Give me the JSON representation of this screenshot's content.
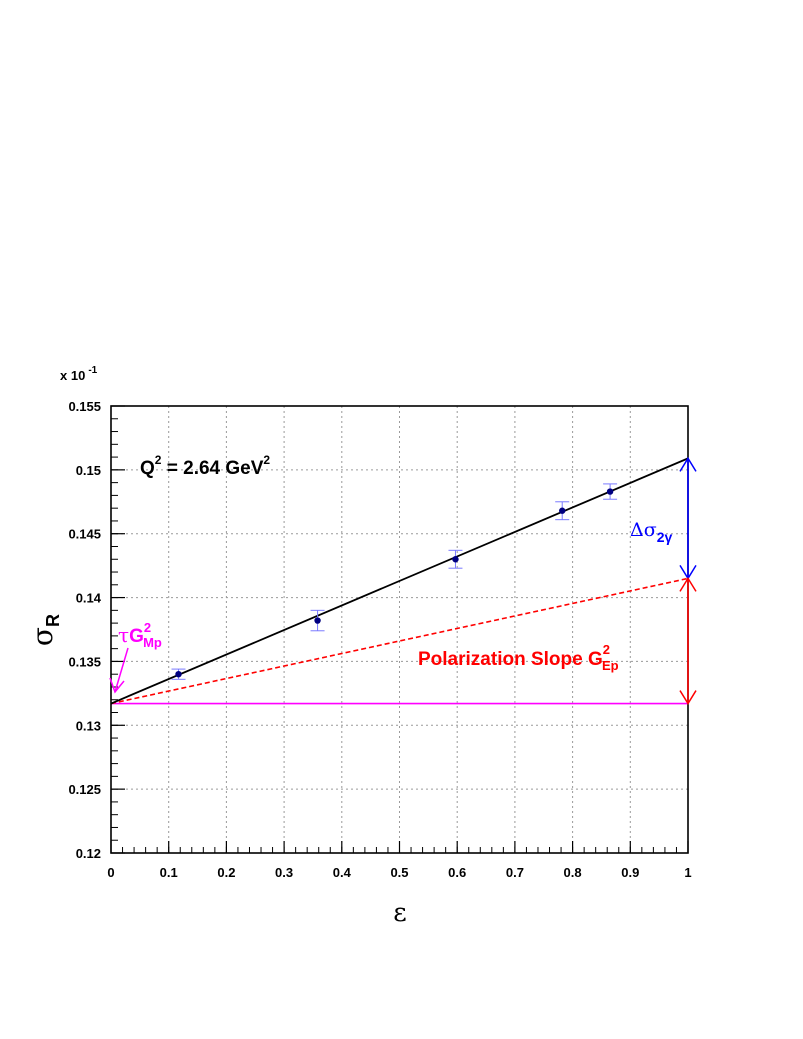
{
  "chart_data": {
    "type": "scatter",
    "xlim": [
      0,
      1
    ],
    "ylim": [
      0.12,
      0.155
    ],
    "y_multiplier": "x 10",
    "y_multiplier_exp": "-1",
    "xlabel": "ε",
    "ylabel": "σ",
    "ylabel_sub": "R",
    "grid": true,
    "x_ticks": [
      0,
      0.1,
      0.2,
      0.3,
      0.4,
      0.5,
      0.6,
      0.7,
      0.8,
      0.9,
      1
    ],
    "x_tick_labels": [
      "0",
      "0.1",
      "0.2",
      "0.3",
      "0.4",
      "0.5",
      "0.6",
      "0.7",
      "0.8",
      "0.9",
      "1"
    ],
    "y_ticks": [
      0.12,
      0.125,
      0.13,
      0.135,
      0.14,
      0.145,
      0.15,
      0.155
    ],
    "y_tick_labels": [
      "0.12",
      "0.125",
      "0.13",
      "0.135",
      "0.14",
      "0.145",
      "0.15",
      "0.155"
    ],
    "points": [
      {
        "x": 0.117,
        "y": 0.134,
        "err": 0.0004
      },
      {
        "x": 0.358,
        "y": 0.1382,
        "err": 0.0008
      },
      {
        "x": 0.597,
        "y": 0.143,
        "err": 0.0007
      },
      {
        "x": 0.782,
        "y": 0.1468,
        "err": 0.0007
      },
      {
        "x": 0.865,
        "y": 0.1483,
        "err": 0.0006
      }
    ],
    "fit_line": {
      "x": [
        0,
        1
      ],
      "y": [
        0.1317,
        0.1509
      ],
      "color": "#000000"
    },
    "slope_line": {
      "x": [
        0,
        1
      ],
      "y": [
        0.1317,
        0.1415
      ],
      "color": "#ff0000",
      "style": "dashed"
    },
    "intercept_line": {
      "x": [
        0,
        1
      ],
      "y": [
        0.1317,
        0.1317
      ],
      "color": "#ff00ff"
    },
    "colors": {
      "points": "#000080",
      "errors": "#7a7aff",
      "blue": "#0000ff",
      "red": "#ff0000",
      "magenta": "#ff00ff"
    },
    "annotations": {
      "q2": {
        "prefix": "Q",
        "exp": "2",
        "value": " = 2.64 GeV",
        "unit_exp": "2"
      },
      "tpe": {
        "delta": "Δσ",
        "sub": "2γ"
      },
      "slope": {
        "text": "Polarization Slope G",
        "sup": "2",
        "sub": "Ep"
      },
      "intercept": {
        "tau": "τ",
        "g": "G",
        "sup": "2",
        "sub": "Mp"
      }
    }
  }
}
